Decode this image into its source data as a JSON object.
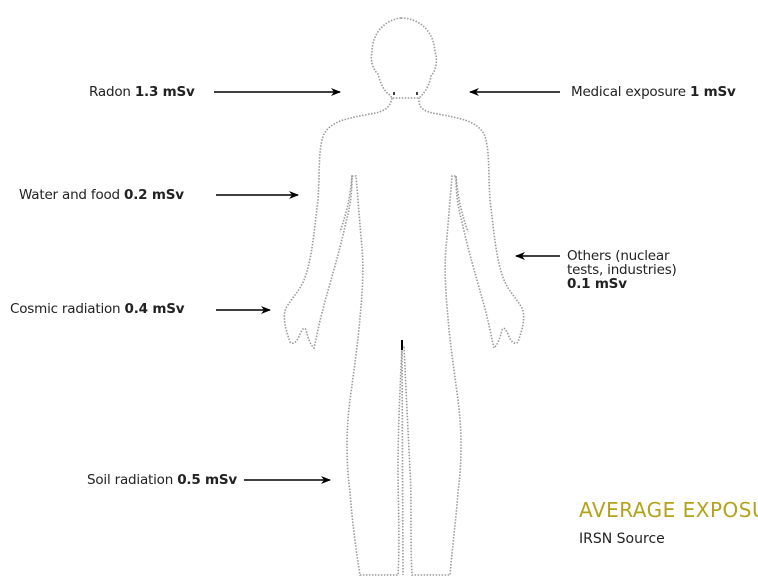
{
  "labels": {
    "radon": {
      "name": "Radon",
      "value": "1.3 mSv"
    },
    "medical": {
      "name": "Medical exposure",
      "value": "1 mSv"
    },
    "water": {
      "name": "Water and food",
      "value": "0.2 mSv"
    },
    "others": {
      "name_line1": "Others (nuclear",
      "name_line2": "tests, industries)",
      "value": "0.1 mSv"
    },
    "cosmic": {
      "name": "Cosmic radiation",
      "value": "0.4 mSv"
    },
    "soil": {
      "name": "Soil radiation",
      "value": "0.5 mSv"
    }
  },
  "title": "AVERAGE EXPOSURE",
  "source": "IRSN Source",
  "colors": {
    "title": "#b4a21a",
    "outline": "#9a9a9a",
    "arrow": "#000000"
  }
}
